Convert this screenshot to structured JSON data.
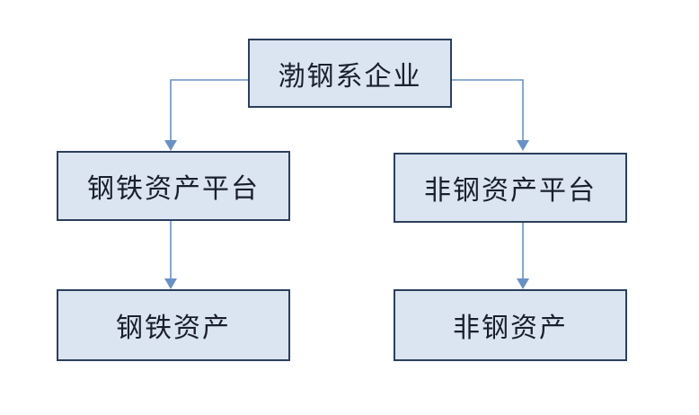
{
  "diagram": {
    "fill_color": "#dbe5f1",
    "border_color": "#2b3f5c",
    "connector_color": "#6a90c8",
    "root": {
      "label": "渤钢系企业"
    },
    "left_branch": {
      "label": "钢铁资产平台"
    },
    "right_branch": {
      "label": "非钢资产平台"
    },
    "left_leaf": {
      "label": "钢铁资产"
    },
    "right_leaf": {
      "label": "非钢资产"
    }
  }
}
